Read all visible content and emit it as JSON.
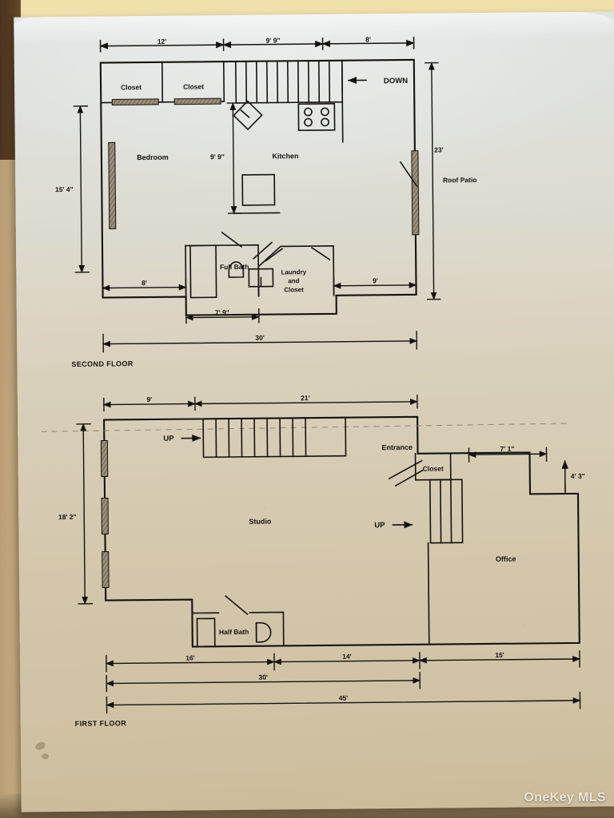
{
  "document": {
    "type": "floor-plan-scan",
    "watermark": "OneKey MLS"
  },
  "floors": [
    {
      "id": "second",
      "label": "SECOND FLOOR",
      "rooms": [
        {
          "name": "Closet",
          "label": "Closet"
        },
        {
          "name": "Closet2",
          "label": "Closet"
        },
        {
          "name": "Bedroom",
          "label": "Bedroom"
        },
        {
          "name": "Kitchen",
          "label": "Kitchen"
        },
        {
          "name": "Full Bath",
          "label": "Full Bath"
        },
        {
          "name": "Laundry and Closet",
          "label_line1": "Laundry",
          "label_line2": "and",
          "label_line3": "Closet"
        },
        {
          "name": "Roof Patio",
          "label": "Roof Patio"
        }
      ],
      "annotations": [
        {
          "name": "down-stair-marker",
          "label": "DOWN",
          "arrow": "left"
        }
      ],
      "dimensions": {
        "top_left": "12'",
        "top_mid": "9' 9\"",
        "top_right": "8'",
        "left_outer": "15' 4\"",
        "interior_vertical": "9' 9\"",
        "right_outer": "23'",
        "bottom_left": "8'",
        "bath_width": "7' 9\"",
        "bottom_right": "9'",
        "overall_bottom": "30'"
      }
    },
    {
      "id": "first",
      "label": "FIRST FLOOR",
      "rooms": [
        {
          "name": "Studio",
          "label": "Studio"
        },
        {
          "name": "Closet",
          "label": "Closet"
        },
        {
          "name": "Office",
          "label": "Office"
        },
        {
          "name": "Half Bath",
          "label": "Half Bath"
        }
      ],
      "annotations": [
        {
          "name": "up-stair-marker-studio",
          "label": "UP",
          "arrow": "right"
        },
        {
          "name": "up-stair-marker-office",
          "label": "UP",
          "arrow": "right"
        },
        {
          "name": "entrance-marker",
          "label": "Entrance"
        }
      ],
      "dimensions": {
        "top_left": "9'",
        "top_mid": "21'",
        "left_outer": "18' 2\"",
        "closet_offset": "7' 1\"",
        "right_step": "4' 3\"",
        "bottom_left": "16'",
        "bottom_mid": "14'",
        "bottom_right": "15'",
        "overall_mid": "30'",
        "overall_bottom": "45'"
      }
    }
  ],
  "colors": {
    "ink": "#14120f",
    "paper_top": "#dfe3e2",
    "paper_bottom": "#cbbb9a",
    "wall_hatch": "#7c7261",
    "watermark": "#efe9df"
  }
}
